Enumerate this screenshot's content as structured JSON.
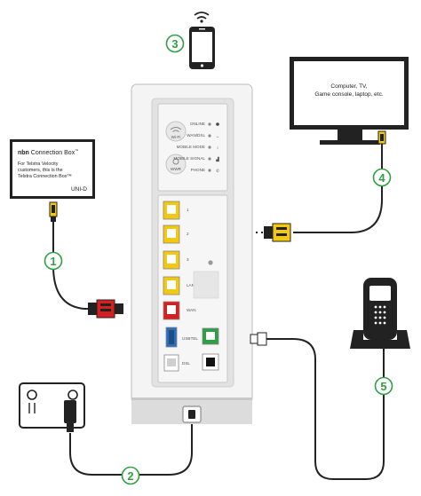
{
  "steps": [
    "1",
    "2",
    "3",
    "4",
    "5"
  ],
  "nbn_box": {
    "brand": "nbn",
    "title": " Connection Box",
    "trademark": "™",
    "line1": "For Telstra Velocity",
    "line2": "customers, this is the",
    "line3": "Telstra Connection Box™",
    "port": "UNI-D"
  },
  "monitor": {
    "line1": "Computer, TV,",
    "line2": "Game console, laptop, etc."
  },
  "modem": {
    "wifi_label": "Wi-Fi",
    "wps_label": "WWR",
    "status_lights": [
      "ONLINE",
      "WAN/DSL",
      "MOBILE MODE",
      "MOBILE SIGNAL",
      "PHONE"
    ],
    "lan_labels": [
      "1",
      "2",
      "3",
      "LAN 4"
    ],
    "wan_label": "WAN",
    "usb_label": "USB",
    "phone_label": "TEL",
    "dsl_label": "DSL"
  },
  "colors": {
    "accent_green": "#2f9e44",
    "cable_yellow": "#f2c811",
    "cable_red": "#d62020",
    "modem_body": "#f4f4f4"
  }
}
